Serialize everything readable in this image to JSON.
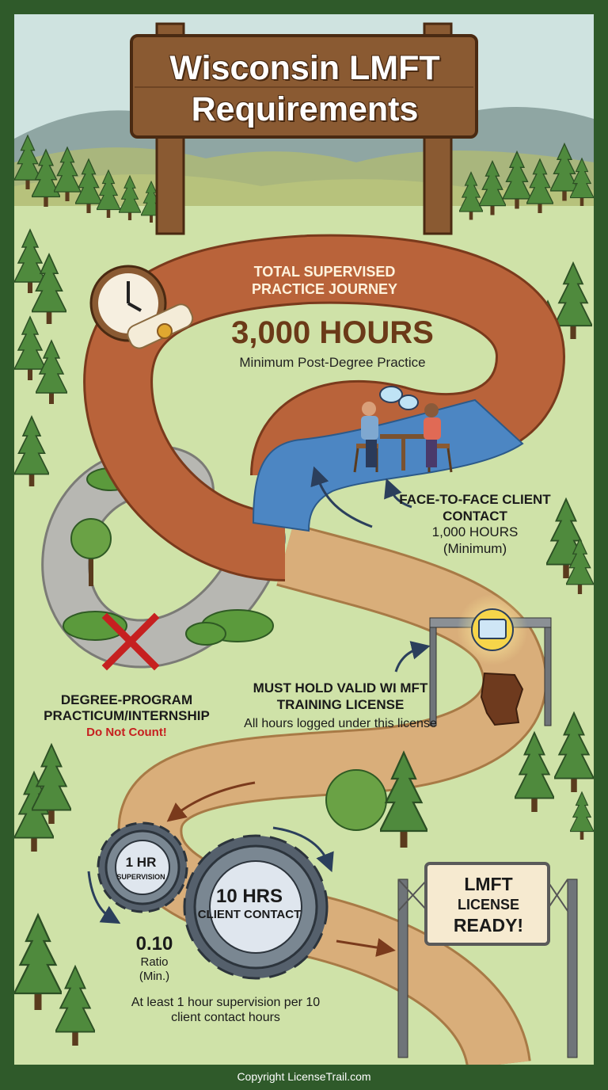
{
  "header": {
    "title": "Wisconsin LMFT Requirements"
  },
  "journey": {
    "label": "TOTAL SUPERVISED PRACTICE JOURNEY",
    "hours_value": "3,000 HOURS",
    "hours_caption": "Minimum Post-Degree Practice"
  },
  "face_to_face": {
    "title": "FACE-TO-FACE CLIENT CONTACT",
    "hours": "1,000 HOURS",
    "qualifier": "(Minimum)"
  },
  "training_license": {
    "title": "MUST HOLD VALID WI MFT TRAINING LICENSE",
    "note": "All hours logged under this license"
  },
  "degree_program": {
    "title": "DEGREE-PROGRAM PRACTICUM/INTERNSHIP",
    "note": "Do Not Count!"
  },
  "supervision_ratio": {
    "gear_small_value": "1 HR",
    "gear_small_label": "SUPERVISION",
    "gear_large_value": "10 HRS",
    "gear_large_label": "CLIENT CONTACT",
    "ratio_value": "0.10",
    "ratio_label": "Ratio",
    "ratio_qualifier": "(Min.)",
    "note": "At least 1 hour supervision per 10 client contact hours"
  },
  "finish_sign": {
    "line1": "LMFT",
    "line2": "LICENSE",
    "line3": "READY!"
  },
  "footer": {
    "copyright": "Copyright LicenseTrail.com"
  },
  "colors": {
    "frame": "#2f5a2a",
    "sky": "#cfe3e0",
    "meadow": "#cfe2a8",
    "forest_green": "#4e8a3e",
    "wood_sign": "#8a5a32",
    "main_trail": "#b9633a",
    "dirt_trail": "#d9ae7a",
    "abandoned_trail": "#b7b7b2",
    "water": "#4c86c3",
    "warning_red": "#c62020"
  },
  "icons": [
    "clock-icon",
    "diploma-icon",
    "chat-bubbles-icon",
    "license-card-icon",
    "wisconsin-map-icon",
    "red-x-icon",
    "gear-icon",
    "arrow-icon"
  ]
}
